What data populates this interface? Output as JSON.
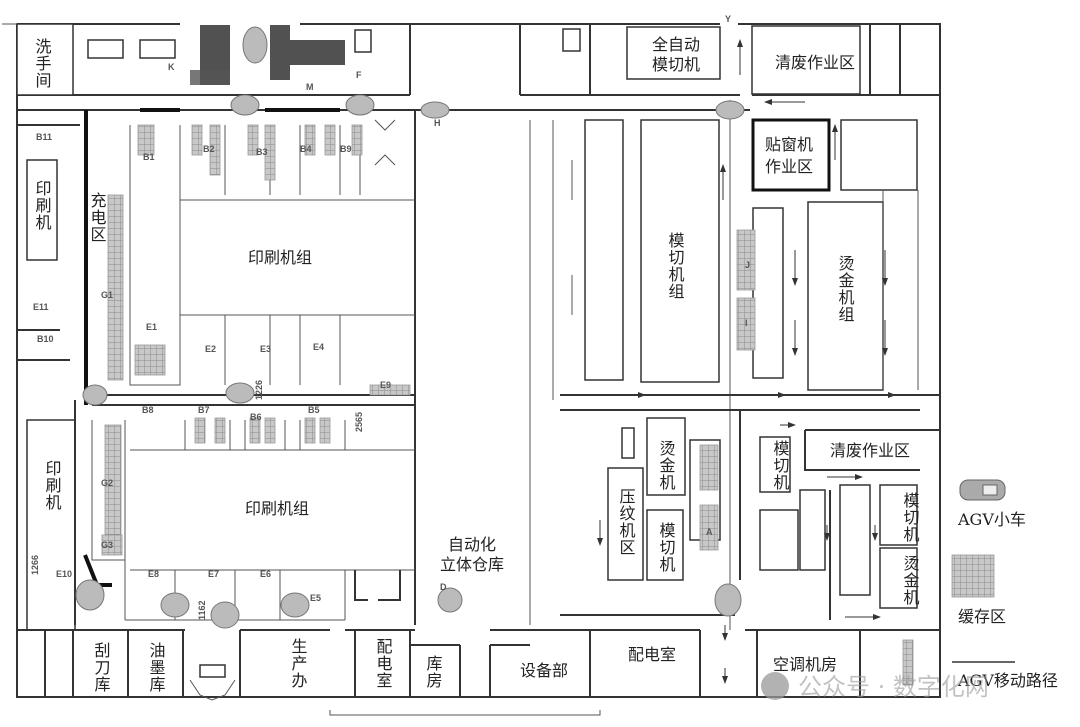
{
  "labels": {
    "washroom": "洗手间",
    "auto_die_cut": [
      "全自动",
      "模切机"
    ],
    "waste_top": "清废作业区",
    "window_patch": [
      "贴窗机",
      "作业区"
    ],
    "printer_top": "印刷机",
    "charging": "充电区",
    "press_group_top": "印刷机组",
    "die_cut_group": "模切机组",
    "hot_stamp_group": "烫金机组",
    "printer_bottom": "印刷机",
    "press_group_bottom": "印刷机组",
    "as_rs": [
      "自动化",
      "立体仓库"
    ],
    "hot_stamp_1": "烫金机",
    "embossing": "压纹机区",
    "die_cut_1": "模切机",
    "die_cut_2": "模切机",
    "waste_mid": "清废作业区",
    "die_cut_3": "模切机",
    "hot_stamp_2": "烫金机",
    "blade_store": "刮刀库",
    "ink_store": "油墨库",
    "prod_office": "生产办",
    "power_room_1": "配电室",
    "warehouse": "库房",
    "equipment_dept": "设备部",
    "power_room_2": "配电室",
    "hvac_room": "空调机房"
  },
  "points": {
    "B11": "B11",
    "B1": "B1",
    "B2": "B2",
    "B3": "B3",
    "B4": "B4",
    "B9": "B9",
    "E11": "E11",
    "E1": "E1",
    "B10": "B10",
    "E2": "E2",
    "E3": "E3",
    "E4": "E4",
    "E9": "E9",
    "G1": "G1",
    "B8": "B8",
    "B7": "B7",
    "B6": "B6",
    "B5": "B5",
    "G2": "G2",
    "G3": "G3",
    "E10": "E10",
    "E8": "E8",
    "E7": "E7",
    "E6": "E6",
    "E5": "E5",
    "H": "H",
    "F": "F",
    "M": "M",
    "K": "K",
    "J": "J",
    "I": "I",
    "A": "A",
    "D": "D",
    "Y": "Y",
    "dim1": "1266",
    "dim2": "1162",
    "dim3": "1226",
    "dim4": "2565"
  },
  "legend": {
    "agv": "AGV小车",
    "buffer": "缓存区",
    "path": "AGV移动路径"
  },
  "watermark": "公众号 · 数字化网",
  "colors": {
    "wall": "#333333",
    "buffer": "#9a9a9a",
    "agv": "#bbbbbb"
  }
}
